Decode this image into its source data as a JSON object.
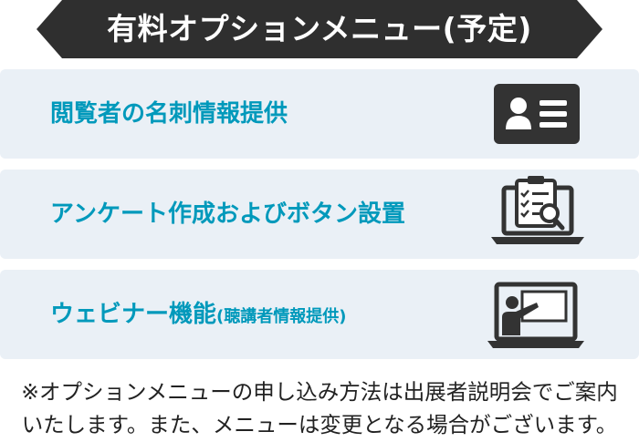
{
  "header": {
    "title": "有料オプションメニュー(予定)"
  },
  "options": [
    {
      "label": "閲覧者の名刺情報提供",
      "note": "",
      "icon": "business-card-icon"
    },
    {
      "label": "アンケート作成およびボタン設置",
      "note": "",
      "icon": "laptop-survey-icon"
    },
    {
      "label": "ウェビナー機能",
      "note": "(聴講者情報提供)",
      "icon": "webinar-presenter-icon"
    }
  ],
  "footer": {
    "line1": "※オプションメニューの申し込み方法は出展者説明会でご案内",
    "line2": "いたします。また、メニューは変更となる場合がございます。"
  },
  "colors": {
    "header_bg": "#2f2f2f",
    "card_bg": "#eaf0f6",
    "accent_text": "#0099bb",
    "icon_dark": "#333333"
  }
}
